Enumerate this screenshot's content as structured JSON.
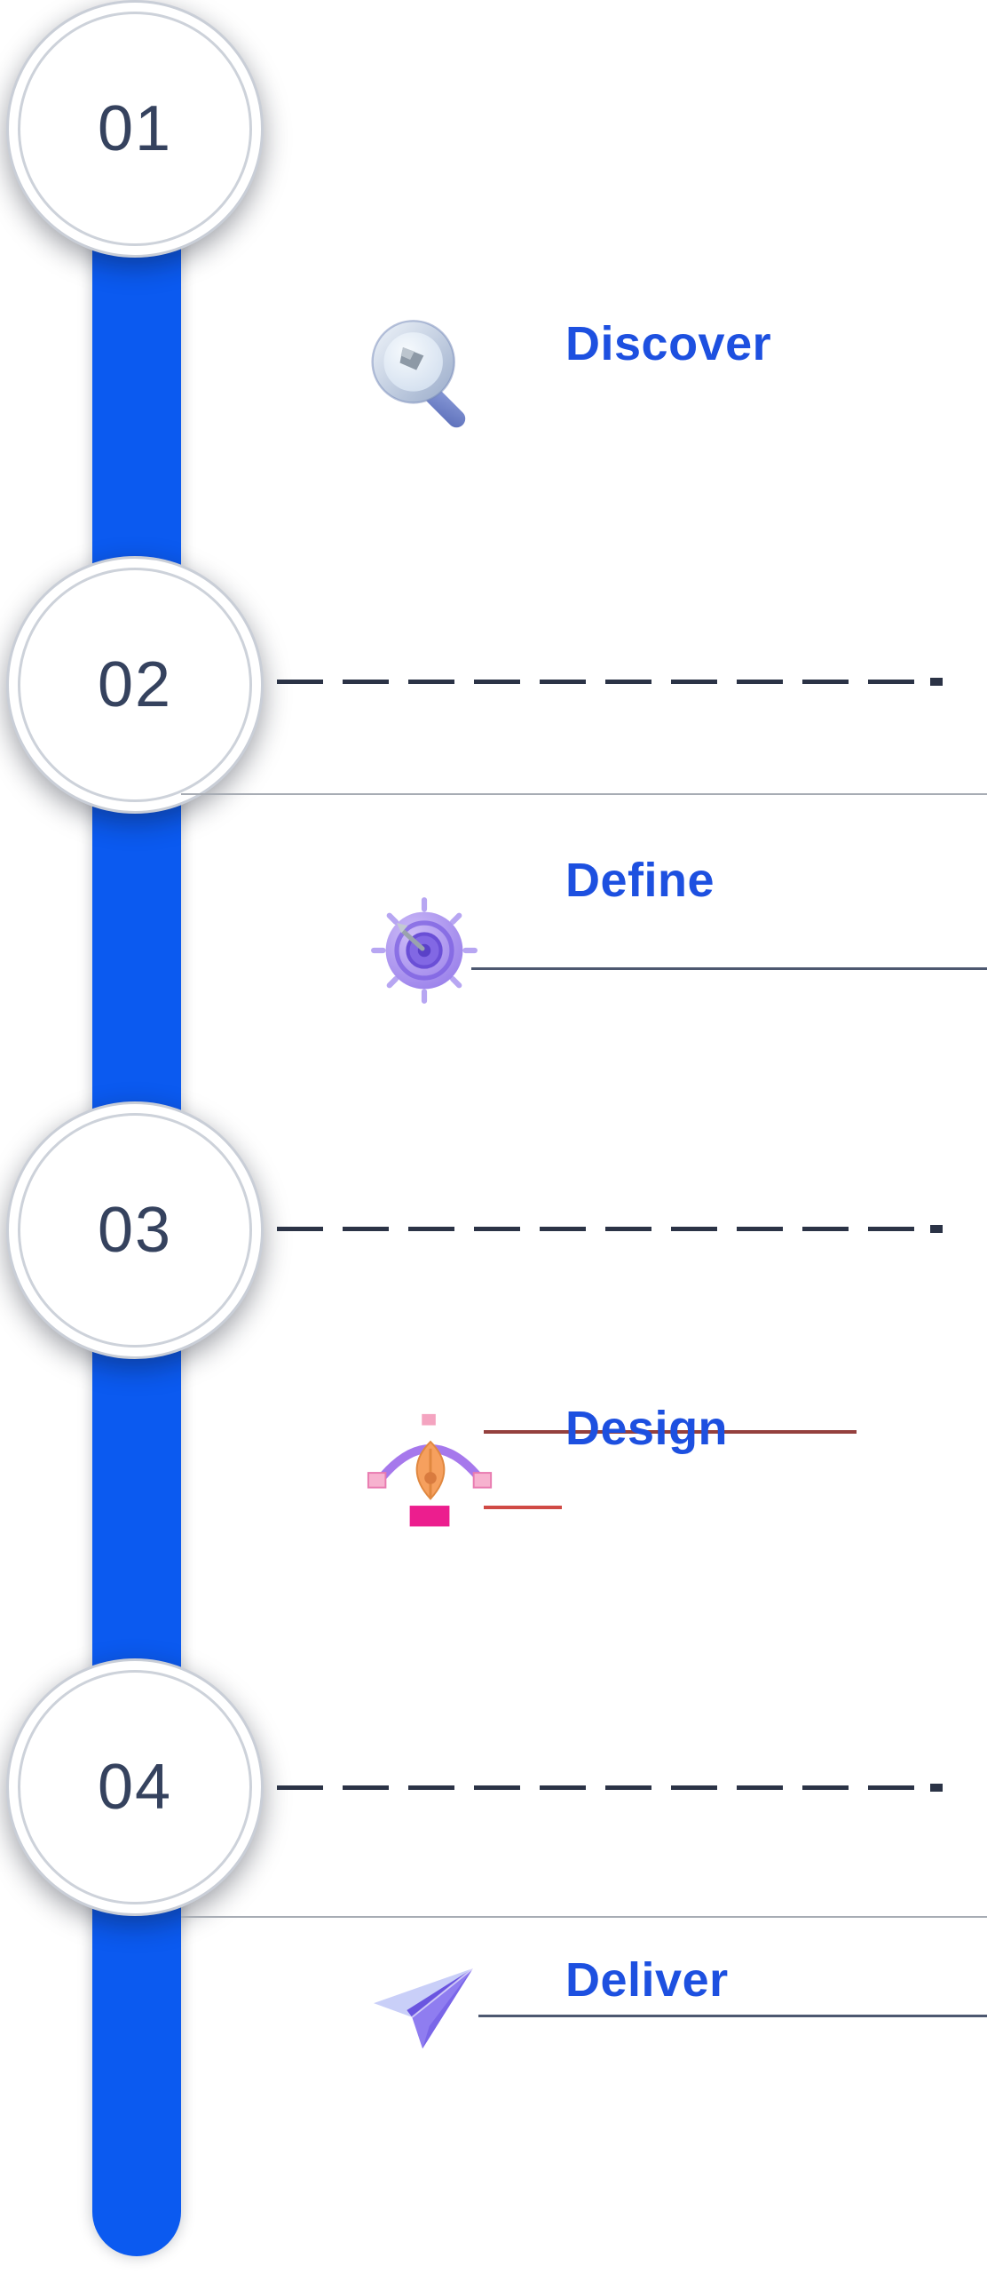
{
  "steps": [
    {
      "number": "01",
      "label": "Discover",
      "icon": "magnifying-glass-icon"
    },
    {
      "number": "02",
      "label": "Define",
      "icon": "target-icon"
    },
    {
      "number": "03",
      "label": "Design",
      "icon": "pen-tool-icon"
    },
    {
      "number": "04",
      "label": "Deliver",
      "icon": "paper-plane-icon"
    }
  ],
  "colors": {
    "timeline_bar": "#0b5af0",
    "step_label": "#1d50e0",
    "step_number": "#35425e",
    "dashed_connector": "#2b3346",
    "separator": "#a7acb4",
    "rule": "#4d5870",
    "design_handle_dark": "#94403e",
    "design_handle_red": "#d04a45"
  }
}
